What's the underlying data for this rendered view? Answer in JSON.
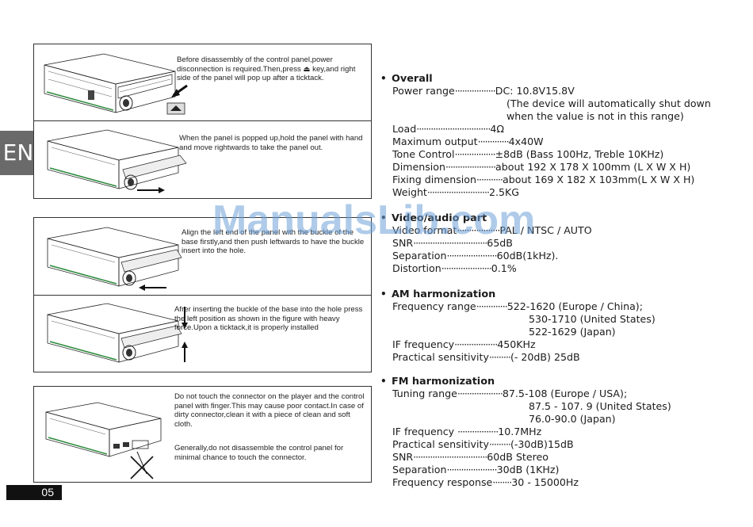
{
  "language_tab": "EN",
  "page_number": "05",
  "watermark": "ManualsLib.com",
  "instructions": {
    "step1": "Before disassembly of the control panel,power disconnection is required.Then,press ⏏ key,and right side of the panel will pop up after a ticktack.",
    "step2": "When the panel is popped up,hold the panel with hand and move rightwards to take the panel out.",
    "step3": "Align the left end of the panel with the buckle of the base firstly,and then push leftwards to have the buckle insert into the hole.",
    "step4": "Afrer inserting the buckle of the base into the hole press the left position as shown in the figure with heavy force.Upon a ticktack,it is properly installed",
    "step5a": "Do not touch the connector on the player and the control panel with finger.This may cause poor contact.In case of dirty connector,clean it with a piece of clean and soft cloth.",
    "step5b": "Generally,do not disassemble the control panel for minimal chance to touch the connector."
  },
  "specs": {
    "overall": {
      "title": "Overall",
      "power_label": "Power range",
      "power_value": "DC:  10.8V15.8V",
      "power_note1": "(The device will automatically shut down",
      "power_note2": "when the value is not in this range)",
      "load_label": "Load",
      "load_value": "4Ω",
      "maxout_label": "Maximum output",
      "maxout_value": "4x40W",
      "tone_label": "Tone Control",
      "tone_value": "±8dB (Bass 100Hz, Treble 10KHz)",
      "dim_label": "Dimension",
      "dim_value": "about 192 X 178 X 100mm (L X W X H)",
      "fix_label": "Fixing dimension",
      "fix_value": "about 169 X 182 X 103mm(L X W X H)",
      "weight_label": "Weight",
      "weight_value": "2.5KG"
    },
    "video": {
      "title": "Video/audio part",
      "format_label": "Video format",
      "format_value": "PAL / NTSC / AUTO",
      "snr_label": "SNR",
      "snr_value": "65dB",
      "sep_label": "Separation",
      "sep_value": "60dB(1kHz).",
      "dist_label": "Distortion",
      "dist_value": "0.1%"
    },
    "am": {
      "title": "AM harmonization",
      "freq_label": "Frequency range",
      "freq_value1": "522-1620 (Europe / China);",
      "freq_value2": "530-1710 (United States)",
      "freq_value3": "522-1629 (Japan)",
      "if_label": "IF frequency",
      "if_value": "450KHz",
      "sens_label": "Practical sensitivity",
      "sens_value": "(- 20dB) 25dB"
    },
    "fm": {
      "title": "FM harmonization",
      "tune_label": "Tuning range",
      "tune_value1": "87.5-108 (Europe / USA);",
      "tune_value2": "87.5 - 107. 9 (United States)",
      "tune_value3": "76.0-90.0 (Japan)",
      "if_label": "IF frequency ",
      "if_value": "10.7MHz",
      "sens_label": "Practical sensitivity",
      "sens_value": "(-30dB)15dB",
      "snr_label": "SNR",
      "snr_value": "60dB Stereo",
      "sep_label": "Separation",
      "sep_value": "30dB (1KHz)",
      "resp_label": "Frequency response",
      "resp_value": "30 - 15000Hz"
    }
  }
}
